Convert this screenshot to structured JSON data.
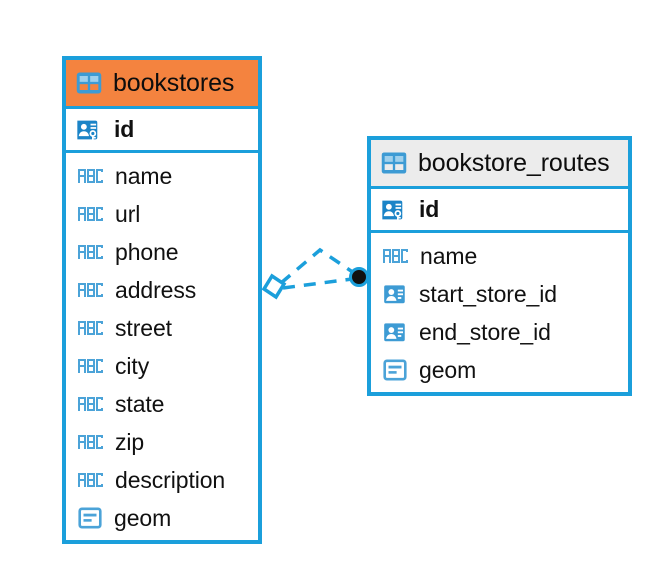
{
  "diagram": {
    "type": "entity-relationship-diagram",
    "background_color": "#ffffff",
    "accent_color": "#1b9fdb",
    "highlight_color": "#f4833f",
    "entities": [
      {
        "name": "bookstores",
        "header_icon": "table-icon",
        "header_style": "accent",
        "primary_key": {
          "label": "id",
          "icon": "primary-key-icon"
        },
        "fields": [
          {
            "label": "name",
            "icon": "text-field-icon"
          },
          {
            "label": "url",
            "icon": "text-field-icon"
          },
          {
            "label": "phone",
            "icon": "text-field-icon"
          },
          {
            "label": "address",
            "icon": "text-field-icon"
          },
          {
            "label": "street",
            "icon": "text-field-icon"
          },
          {
            "label": "city",
            "icon": "text-field-icon"
          },
          {
            "label": "state",
            "icon": "text-field-icon"
          },
          {
            "label": "zip",
            "icon": "text-field-icon"
          },
          {
            "label": "description",
            "icon": "text-field-icon"
          },
          {
            "label": "geom",
            "icon": "geometry-field-icon"
          }
        ]
      },
      {
        "name": "bookstore_routes",
        "header_icon": "table-icon",
        "header_style": "plain",
        "primary_key": {
          "label": "id",
          "icon": "primary-key-icon"
        },
        "fields": [
          {
            "label": "name",
            "icon": "text-field-icon"
          },
          {
            "label": "start_store_id",
            "icon": "foreign-key-icon"
          },
          {
            "label": "end_store_id",
            "icon": "foreign-key-icon"
          },
          {
            "label": "geom",
            "icon": "geometry-field-icon"
          }
        ]
      }
    ],
    "relationship": {
      "style": "dashed",
      "color": "#1b9fdb",
      "source_endpoint": "diamond-marker",
      "target_endpoint": "filled-circle-marker"
    }
  }
}
